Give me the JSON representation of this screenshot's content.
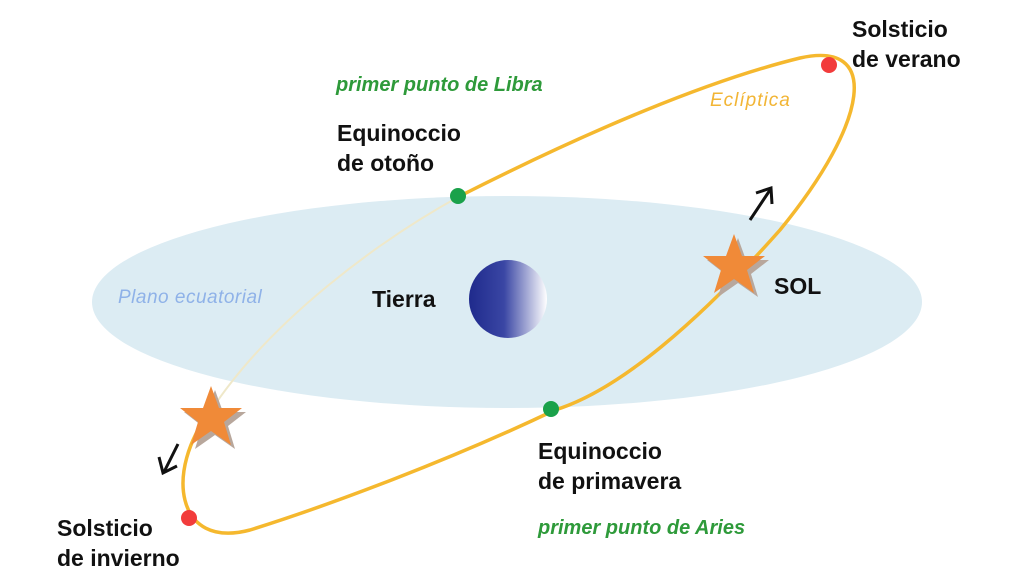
{
  "labels": {
    "solsticio_verano": [
      "Solsticio",
      "de verano"
    ],
    "solsticio_invierno": [
      "Solsticio",
      "de invierno"
    ],
    "equinoccio_otono": [
      "Equinoccio",
      "de otoño"
    ],
    "equinoccio_primavera": [
      "Equinoccio",
      "de primavera"
    ],
    "primer_punto_libra": "primer punto de Libra",
    "primer_punto_aries": "primer punto de Aries",
    "ecliptica": "Eclíptica",
    "plano_ecuatorial": "Plano ecuatorial",
    "tierra": "Tierra",
    "sol": "SOL"
  },
  "colors": {
    "equatorial_plane": "#dcecf3",
    "ecliptic": "#f5b82e",
    "equinox_point": "#1aa14a",
    "solstice_point": "#f23c3c",
    "sun_star": "#f08a38",
    "earth_dark": "#1f2a8c",
    "earth_light": "#ffffff"
  },
  "icons": [
    "earth-sphere-icon",
    "sun-star-icon",
    "motion-arrow-icon"
  ]
}
